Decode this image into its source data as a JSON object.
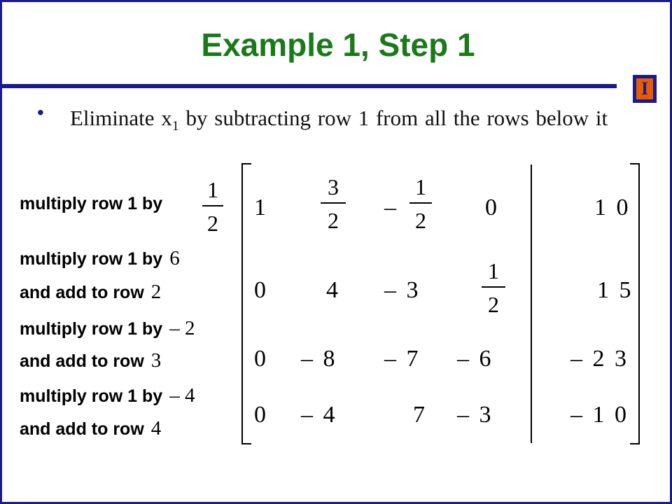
{
  "slide": {
    "title": "Example 1, Step 1",
    "logo_text": "I",
    "bullet": {
      "text_before": "Eliminate x",
      "subscript": "1",
      "text_after": " by subtracting row 1 from all the rows below it"
    }
  },
  "operations": {
    "op1": {
      "text": "multiply row  1  by",
      "frac_num": "1",
      "frac_den": "2"
    },
    "op2": {
      "line1": "multiply row  1  by",
      "factor": "6",
      "line2": "and add to row",
      "row": "2"
    },
    "op3": {
      "line1": "multiply row  1  by",
      "factor": "– 2",
      "line2": "and add to row",
      "row": "3"
    },
    "op4": {
      "line1": "multiply row  1  by",
      "factor": "– 4",
      "line2": "and add to row",
      "row": "4"
    }
  },
  "matrix": {
    "rows": [
      {
        "c1": "1",
        "c2_num": "3",
        "c2_den": "2",
        "c3_sign": "–",
        "c3_num": "1",
        "c3_den": "2",
        "c4": "0",
        "rhs": "1 0"
      },
      {
        "c1": "0",
        "c2": "4",
        "c3": "–  3",
        "c4_num": "1",
        "c4_den": "2",
        "rhs": "1 5"
      },
      {
        "c1": "0",
        "c2": "–  8",
        "c3": "–  7",
        "c4": "–  6",
        "rhs": "–  2 3"
      },
      {
        "c1": "0",
        "c2": "–  4",
        "c3": "7",
        "c4": "–  3",
        "rhs": "–  1 0"
      }
    ]
  }
}
